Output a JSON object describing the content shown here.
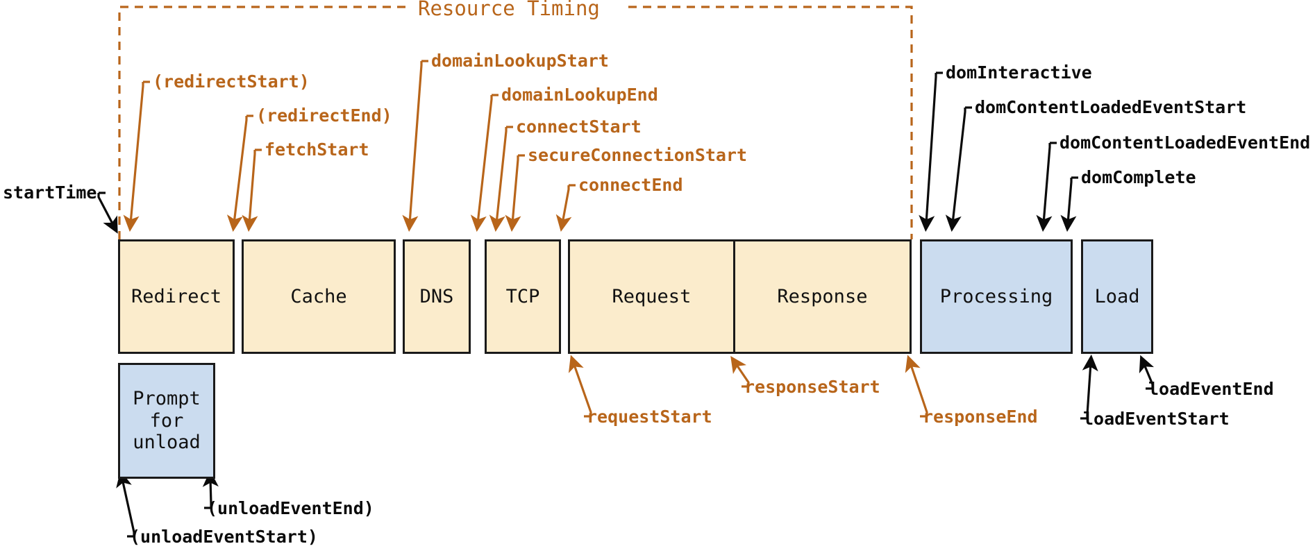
{
  "diagram": {
    "title": "Resource Timing",
    "colors": {
      "network_fill": "#fbeccc",
      "browser_fill": "#cbdcef",
      "stroke": "#1a1a1a",
      "resource_timing_accent": "#b8651a",
      "navigation_timing_accent": "#0a0a0a"
    }
  },
  "phases": [
    {
      "id": "redirect",
      "label": "Redirect",
      "kind": "network"
    },
    {
      "id": "cache",
      "label": "Cache",
      "kind": "network"
    },
    {
      "id": "dns",
      "label": "DNS",
      "kind": "network"
    },
    {
      "id": "tcp",
      "label": "TCP",
      "kind": "network"
    },
    {
      "id": "request",
      "label": "Request",
      "kind": "network"
    },
    {
      "id": "response",
      "label": "Response",
      "kind": "network"
    },
    {
      "id": "processing",
      "label": "Processing",
      "kind": "browser"
    },
    {
      "id": "load",
      "label": "Load",
      "kind": "browser"
    },
    {
      "id": "prompt",
      "label": "Prompt\nfor\nunload",
      "kind": "browser"
    }
  ],
  "prompt_box": {
    "line1": "Prompt",
    "line2": "for",
    "line3": "unload"
  },
  "marks_top_orange": [
    {
      "id": "redirectStart",
      "label": "(redirectStart)"
    },
    {
      "id": "redirectEnd",
      "label": "(redirectEnd)"
    },
    {
      "id": "fetchStart",
      "label": "fetchStart"
    },
    {
      "id": "domainLookupStart",
      "label": "domainLookupStart"
    },
    {
      "id": "domainLookupEnd",
      "label": "domainLookupEnd"
    },
    {
      "id": "connectStart",
      "label": "connectStart"
    },
    {
      "id": "secureConnectionStart",
      "label": "secureConnectionStart"
    },
    {
      "id": "connectEnd",
      "label": "connectEnd"
    }
  ],
  "marks_top_black": [
    {
      "id": "startTime",
      "label": "startTime"
    },
    {
      "id": "domInteractive",
      "label": "domInteractive"
    },
    {
      "id": "domContentLoadedEventStart",
      "label": "domContentLoadedEventStart"
    },
    {
      "id": "domContentLoadedEventEnd",
      "label": "domContentLoadedEventEnd"
    },
    {
      "id": "domComplete",
      "label": "domComplete"
    }
  ],
  "marks_bottom_orange": [
    {
      "id": "requestStart",
      "label": "requestStart"
    },
    {
      "id": "responseStart",
      "label": "responseStart"
    },
    {
      "id": "responseEnd",
      "label": "responseEnd"
    }
  ],
  "marks_bottom_black": [
    {
      "id": "loadEventStart",
      "label": "loadEventStart"
    },
    {
      "id": "loadEventEnd",
      "label": "loadEventEnd"
    },
    {
      "id": "unloadEventStart",
      "label": "(unloadEventStart)"
    },
    {
      "id": "unloadEventEnd",
      "label": "(unloadEventEnd)"
    }
  ]
}
